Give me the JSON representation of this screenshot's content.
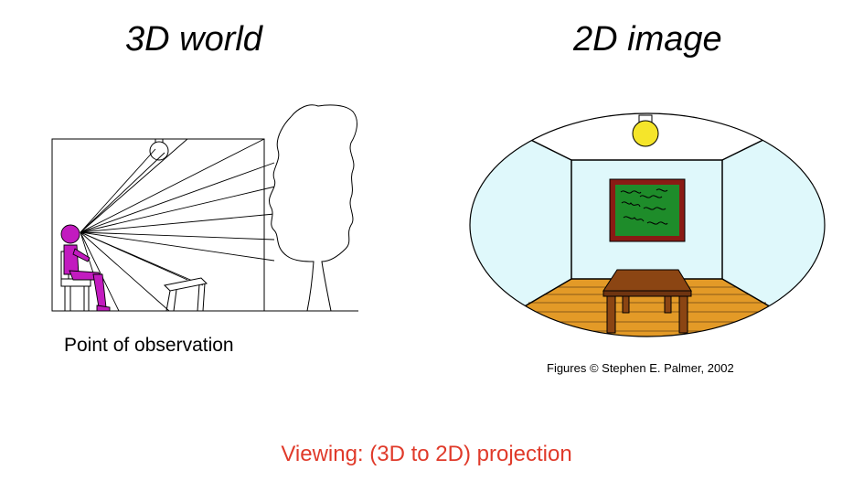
{
  "titles": {
    "left": "3D world",
    "right": "2D image"
  },
  "captions": {
    "observation": "Point of observation",
    "credit": "Figures © Stephen E. Palmer, 2002"
  },
  "slide_title": "Viewing: (3D to 2D) projection",
  "colors": {
    "accent_title": "#e03a2a",
    "observer": "#c21bbf",
    "wall": "#dff8fb",
    "painting_frame": "#8a1b14",
    "painting_canvas": "#1e8c2a",
    "floor": "#e39a27",
    "table": "#8b4513",
    "lamp": "#f5e52a"
  }
}
